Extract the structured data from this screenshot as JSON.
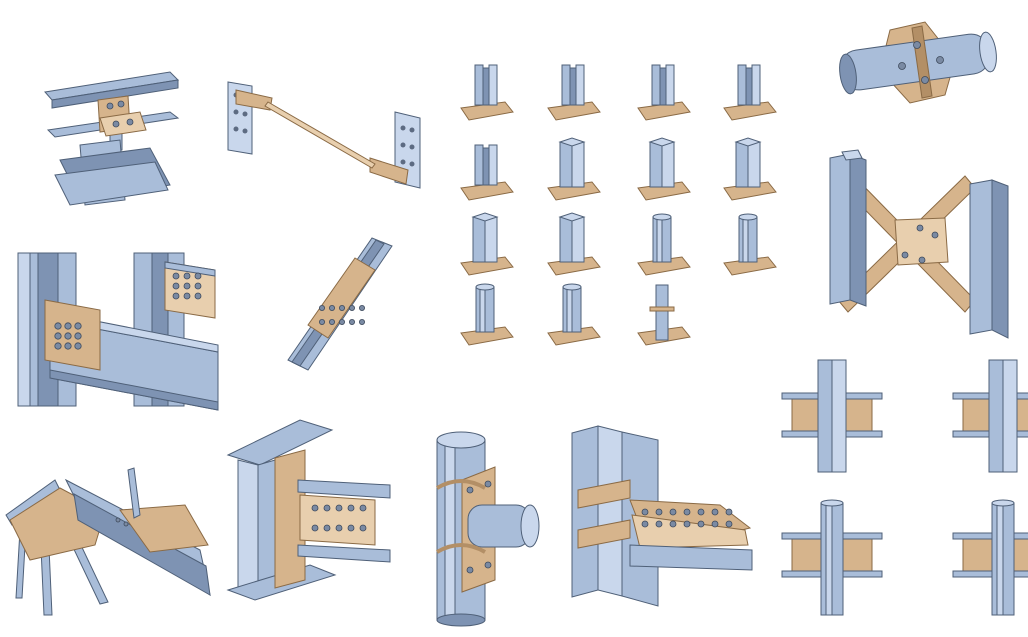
{
  "palette": {
    "steel": "#a9bdd9",
    "steel_light": "#c9d7ec",
    "steel_dark": "#7e93b3",
    "outline": "#4f6078",
    "plate": "#d6b48c",
    "plate_light": "#e8cfae",
    "plate_dark": "#b38f66",
    "bolt": "#7a8aa3",
    "background": "#ffffff"
  },
  "connections": [
    "beam-to-beam-cleat",
    "diagonal-rod-brace",
    "column-base-grid",
    "pipe-flange-joint",
    "x-bracing-gusset",
    "beam-column-end-plate",
    "splice-plate-diagonal",
    "cruciform-beam-column",
    "roof-apex-knee",
    "column-beam-shear-tab",
    "pipe-column-side-plate",
    "haunched-beam-column"
  ]
}
